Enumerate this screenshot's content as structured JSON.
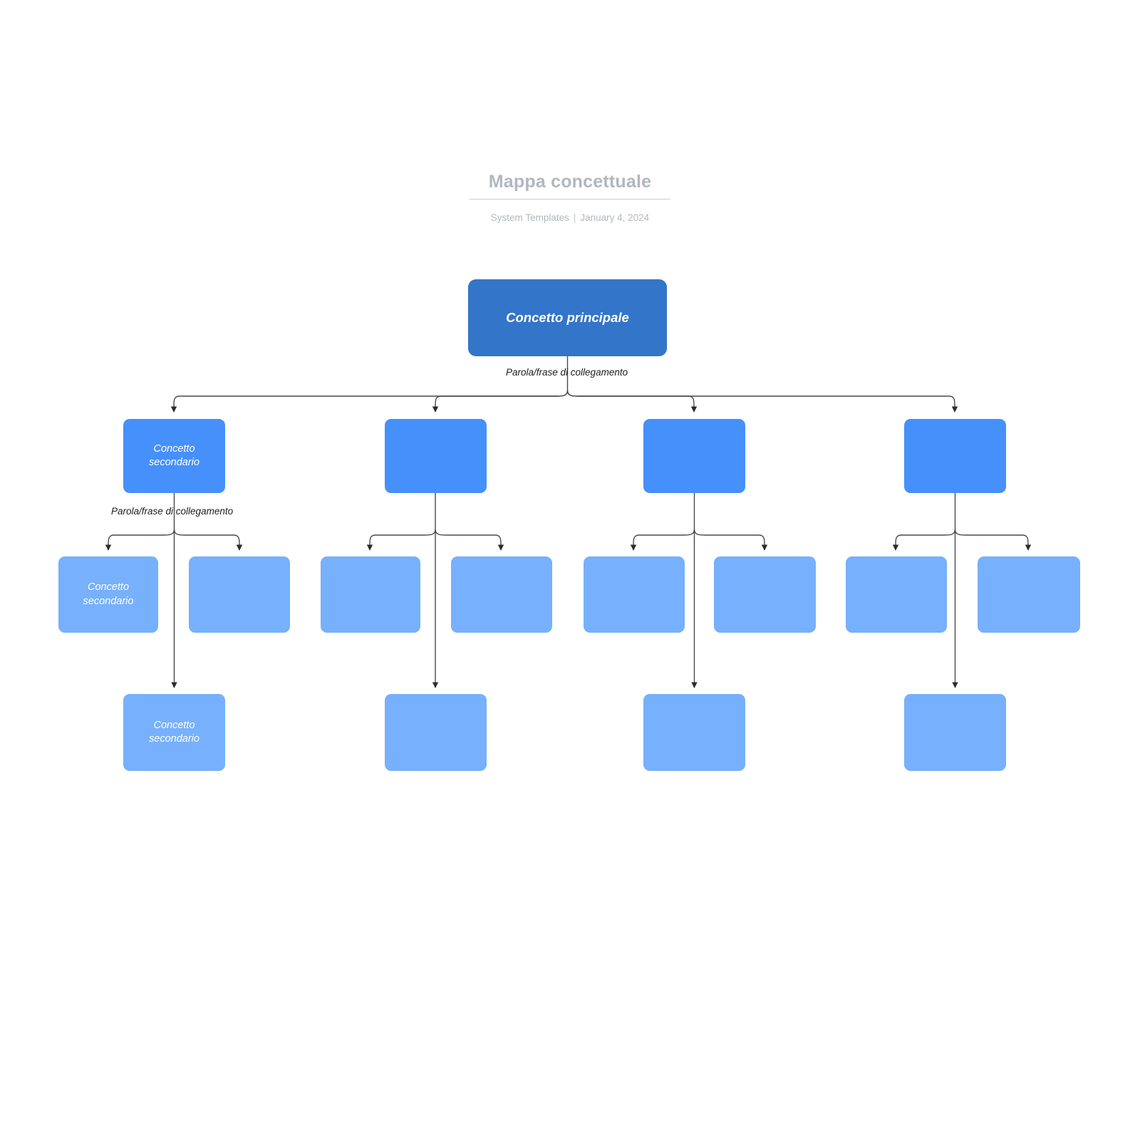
{
  "header": {
    "title": "Mappa concettuale",
    "author": "System Templates",
    "separator": "|",
    "date": "January 4, 2024"
  },
  "labels": {
    "link_root": "Parola/frase di collegamento",
    "link_branch": "Parola/frase di collegamento"
  },
  "colors": {
    "root": "#3375c8",
    "level2": "#4690fb",
    "level3": "#77b0fc",
    "connector": "#2b2b2b",
    "title": "#b2b7bf"
  },
  "nodes": {
    "root": {
      "label": "Concetto principale"
    },
    "level2": [
      {
        "label": "Concetto\nsecondario"
      },
      {
        "label": ""
      },
      {
        "label": ""
      },
      {
        "label": ""
      }
    ],
    "level3": [
      {
        "label": "Concetto\nsecondario"
      },
      {
        "label": ""
      },
      {
        "label": ""
      },
      {
        "label": ""
      },
      {
        "label": ""
      },
      {
        "label": ""
      },
      {
        "label": ""
      },
      {
        "label": ""
      }
    ],
    "level4": [
      {
        "label": "Concetto\nsecondario"
      },
      {
        "label": ""
      },
      {
        "label": ""
      },
      {
        "label": ""
      }
    ]
  },
  "diagram": {
    "type": "concept-map",
    "levels": 4,
    "root_children": 4,
    "children_per_branch": 3
  }
}
